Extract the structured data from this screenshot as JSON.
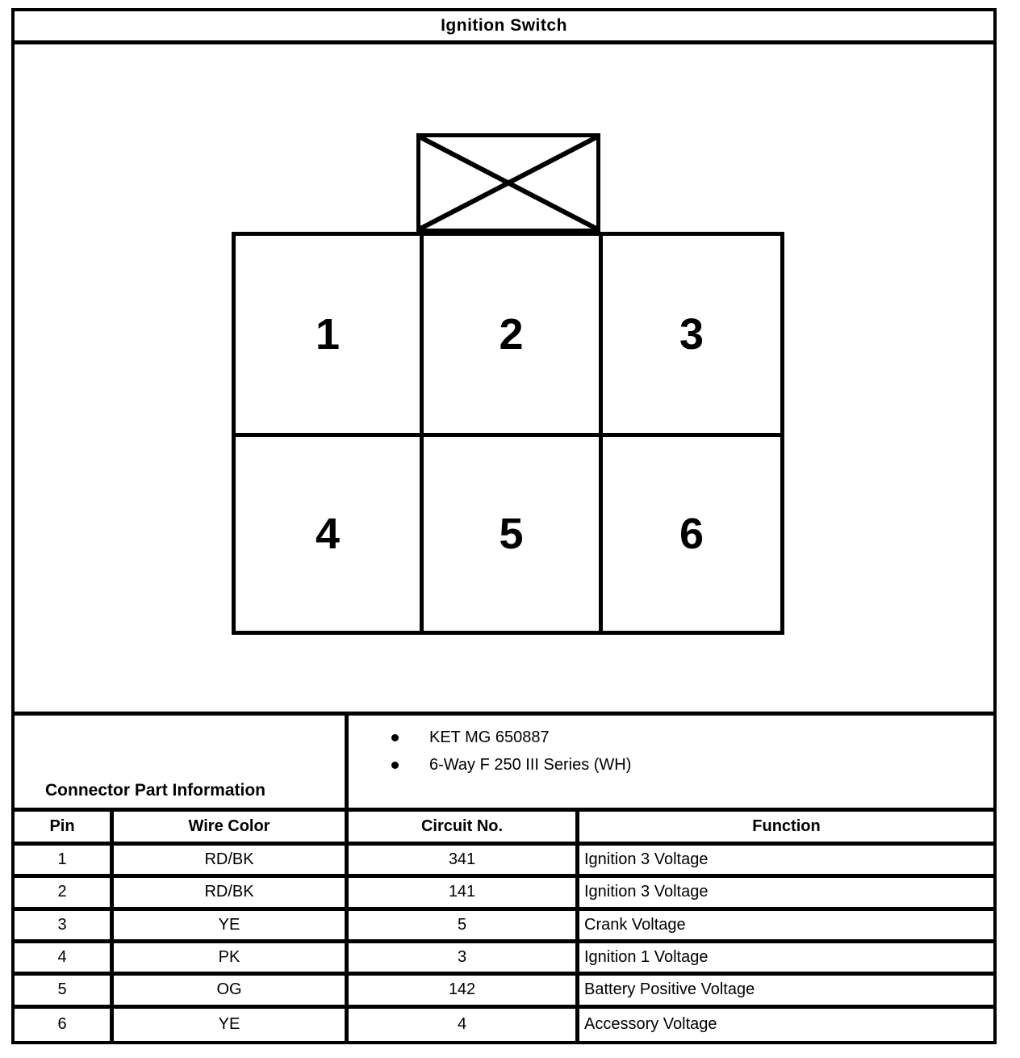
{
  "title": "Ignition Switch",
  "connector": {
    "pins": [
      "1",
      "2",
      "3",
      "4",
      "5",
      "6"
    ]
  },
  "part_info": {
    "label": "Connector Part Information",
    "bullets": [
      "KET MG 650887",
      "6-Way F 250 III Series (WH)"
    ]
  },
  "pin_table": {
    "headers": [
      "Pin",
      "Wire Color",
      "Circuit No.",
      "Function"
    ],
    "rows": [
      [
        "1",
        "RD/BK",
        "341",
        "Ignition 3 Voltage"
      ],
      [
        "2",
        "RD/BK",
        "141",
        "Ignition 3 Voltage"
      ],
      [
        "3",
        "YE",
        "5",
        "Crank Voltage"
      ],
      [
        "4",
        "PK",
        "3",
        "Ignition 1 Voltage"
      ],
      [
        "5",
        "OG",
        "142",
        "Battery Positive Voltage"
      ],
      [
        "6",
        "YE",
        "4",
        "Accessory Voltage"
      ]
    ]
  },
  "colors": {
    "ink": "#000000",
    "paper": "#ffffff"
  }
}
